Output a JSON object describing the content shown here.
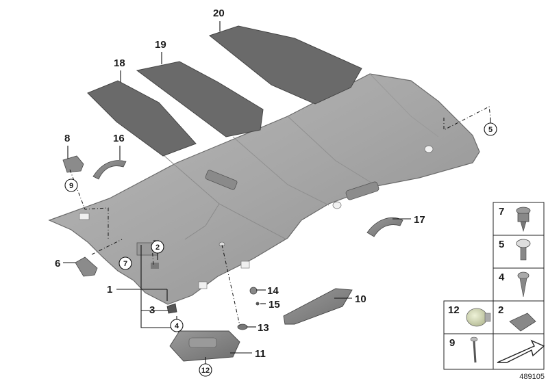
{
  "diagram": {
    "labels": {
      "l1": "1",
      "l2": "2",
      "l3": "3",
      "l4": "4",
      "l5": "5",
      "l6": "6",
      "l7": "7",
      "l8": "8",
      "l9": "9",
      "l10": "10",
      "l11": "11",
      "l12": "12",
      "l13": "13",
      "l14": "14",
      "l15": "15",
      "l16": "16",
      "l17": "17",
      "l18": "18",
      "l19": "19",
      "l20": "20"
    },
    "legend": {
      "c7": "7",
      "c5": "5",
      "c4": "4",
      "c12": "12",
      "c2": "2",
      "c9": "9"
    },
    "reference_number": "489105"
  }
}
